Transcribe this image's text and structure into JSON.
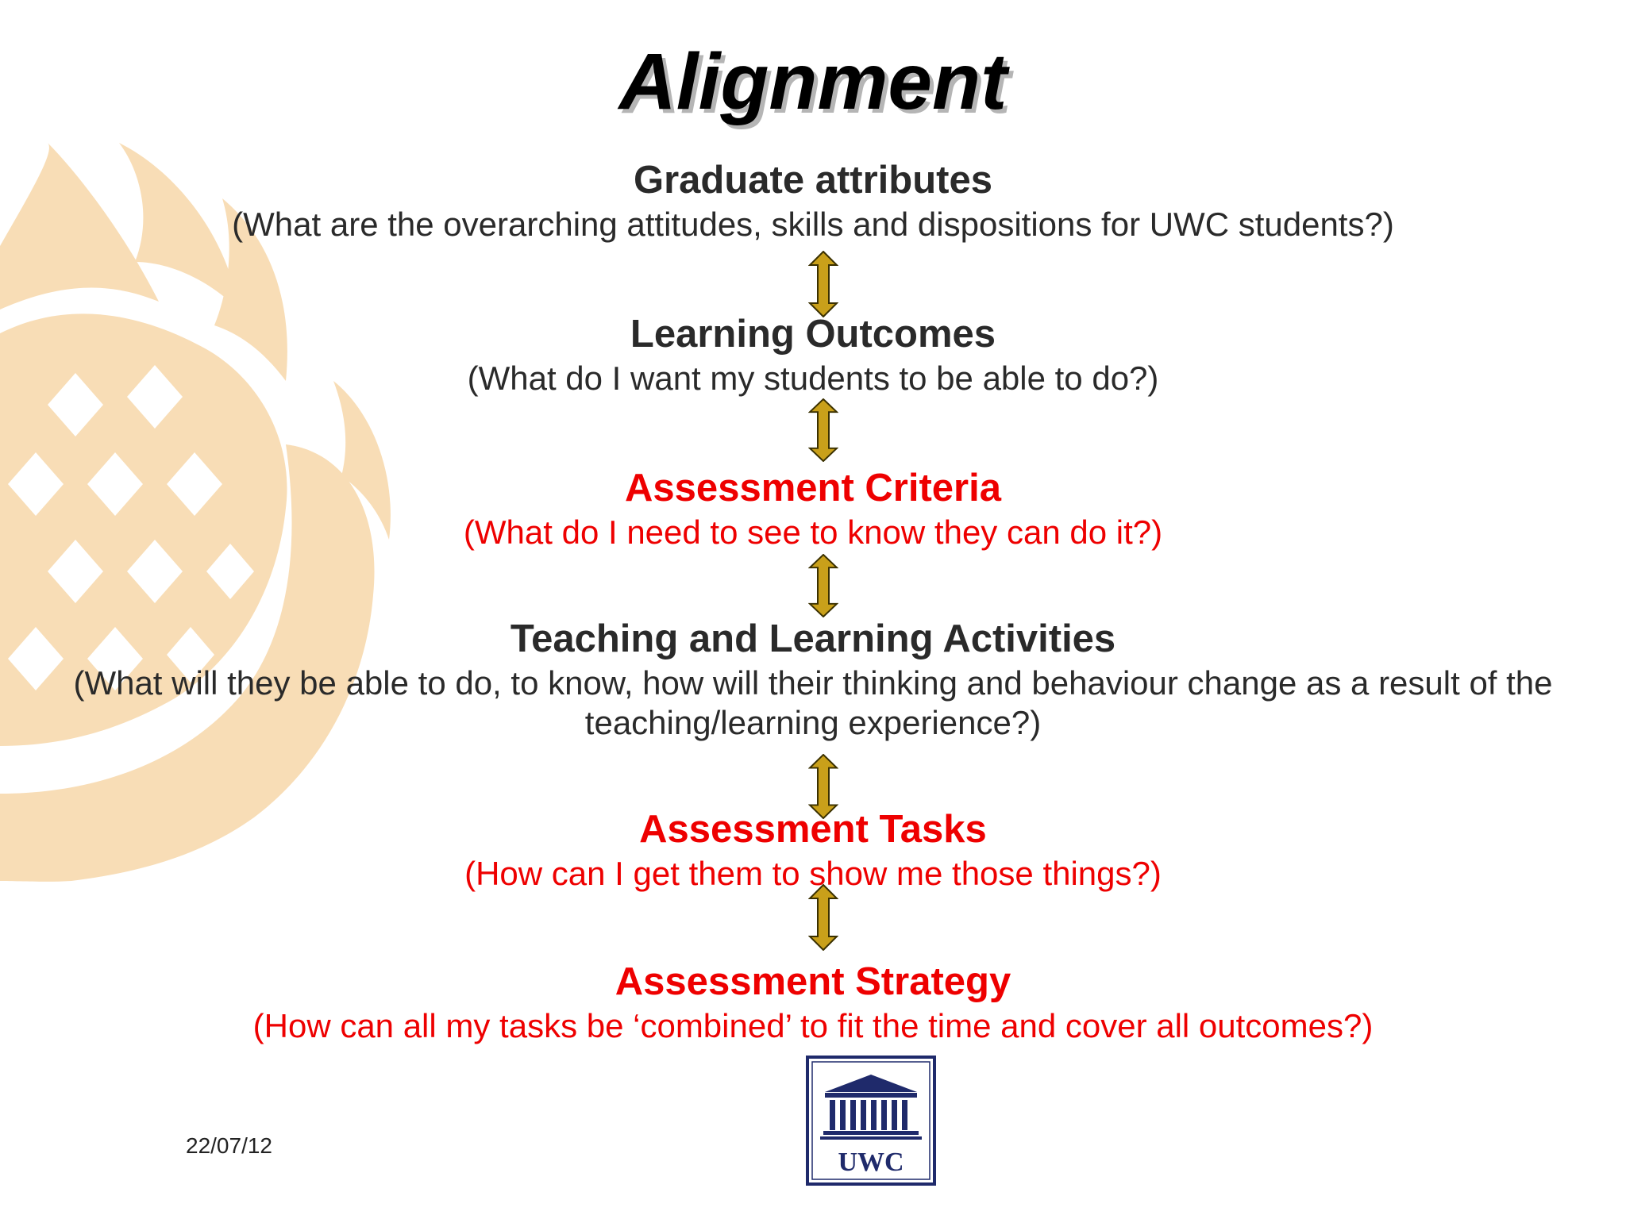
{
  "title": "Alignment",
  "items": [
    {
      "heading": "Graduate attributes",
      "sub": "(What are the overarching attitudes, skills and dispositions for UWC students?)"
    },
    {
      "heading": "Learning Outcomes",
      "sub": "(What do I want my students to be able to do?)"
    },
    {
      "heading": "Assessment Criteria",
      "sub": "(What do I need to see to know they can do it?)"
    },
    {
      "heading": "Teaching and Learning Activities",
      "sub": "(What will they be able to do, to know, how will their thinking and behaviour change as a result of the teaching/learning experience?)"
    },
    {
      "heading": "Assessment Tasks",
      "sub": "(How can I get them to show me those things?)"
    },
    {
      "heading": "Assessment Strategy",
      "sub": "(How can all my tasks be ‘combined’ to fit the time and cover all outcomes?)"
    }
  ],
  "footer": {
    "date": "22/07/12",
    "logo_text": "UWC"
  },
  "colors": {
    "heading_dark": "#2a2a2a",
    "heading_red": "#ee0000",
    "arrow_fill": "#c9a01a",
    "watermark": "#f8ddb6",
    "logo_blue": "#1f2a6b"
  },
  "icons": {
    "arrow": "double-headed-vertical-arrow-icon",
    "logo": "uwc-building-logo-icon",
    "watermark": "protea-flower-watermark-icon"
  }
}
